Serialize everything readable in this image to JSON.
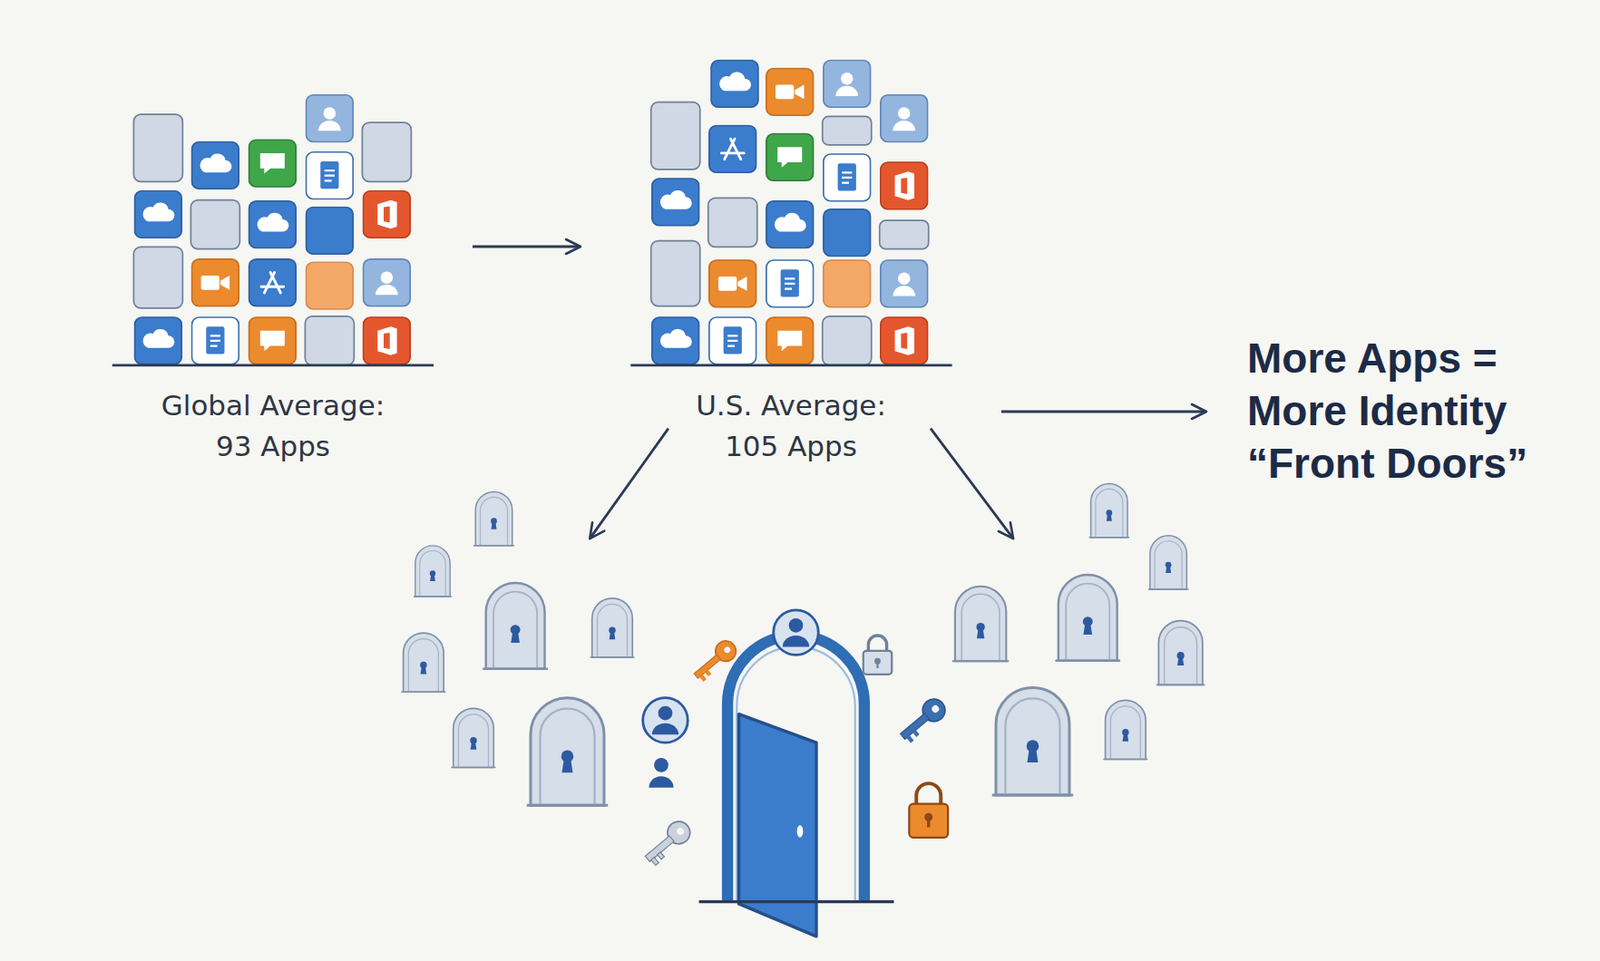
{
  "diagram": {
    "nodes": [
      {
        "text": [
          "Global Average: 93 Apps"
        ]
      },
      {
        "text": [
          "U.S. Average: 105 Apps"
        ]
      },
      {
        "text": [
          "More Apps = More Identity “Front Doors”"
        ]
      }
    ],
    "edges": [
      {
        "from": 0,
        "to": 1,
        "arrow": "to"
      },
      {
        "from": 1,
        "to": 2,
        "arrow": "to"
      }
    ]
  }
}
